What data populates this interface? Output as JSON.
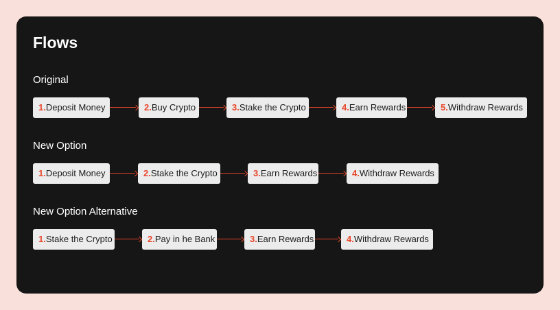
{
  "page": {
    "title": "Flows"
  },
  "flows": [
    {
      "label": "Original",
      "steps": [
        {
          "num": "1.",
          "text": "Deposit Money"
        },
        {
          "num": "2.",
          "text": "Buy Crypto"
        },
        {
          "num": "3.",
          "text": "Stake the Crypto"
        },
        {
          "num": "4.",
          "text": "Earn Rewards"
        },
        {
          "num": "5.",
          "text": "Withdraw Rewards"
        }
      ]
    },
    {
      "label": "New Option",
      "steps": [
        {
          "num": "1.",
          "text": "Deposit Money"
        },
        {
          "num": "2.",
          "text": "Stake the Crypto"
        },
        {
          "num": "3.",
          "text": "Earn Rewards"
        },
        {
          "num": "4.",
          "text": "Withdraw Rewards"
        }
      ]
    },
    {
      "label": "New Option Alternative",
      "steps": [
        {
          "num": "1.",
          "text": "Stake the Crypto"
        },
        {
          "num": "2.",
          "text": "Pay in he Bank"
        },
        {
          "num": "3.",
          "text": "Earn Rewards"
        },
        {
          "num": "4.",
          "text": "Withdraw Rewards"
        }
      ]
    }
  ],
  "colors": {
    "background": "#f9e0da",
    "panel": "#161616",
    "step_fill": "#ececec",
    "accent": "#e8462a"
  }
}
